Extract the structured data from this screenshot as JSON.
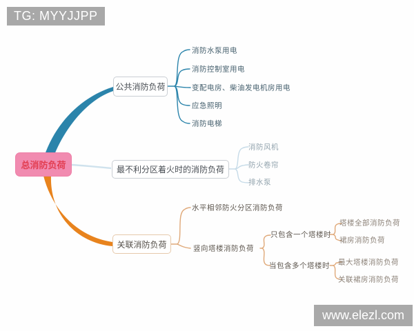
{
  "badge": {
    "text": "TG: MYYJJPP"
  },
  "watermark": {
    "text": "www.elezl.com"
  },
  "root": {
    "label": "总消防负荷"
  },
  "branches": [
    {
      "label": "公共消防负荷",
      "children": [
        {
          "label": "消防水泵用电"
        },
        {
          "label": "消防控制室用电"
        },
        {
          "label": "变配电房、柴油发电机房用电"
        },
        {
          "label": "应急照明"
        },
        {
          "label": "消防电梯"
        }
      ]
    },
    {
      "label": "最不利分区着火时的消防负荷",
      "children": [
        {
          "label": "消防风机"
        },
        {
          "label": "防火卷帘"
        },
        {
          "label": "排水泵"
        }
      ]
    },
    {
      "label": "关联消防负荷",
      "children": [
        {
          "label": "水平相邻防火分区消防负荷"
        },
        {
          "label": "竖向塔楼消防负荷",
          "children": [
            {
              "label": "只包含一个塔楼时",
              "children": [
                {
                  "label": "塔楼全部消防负荷"
                },
                {
                  "label": "裙房消防负荷"
                }
              ]
            },
            {
              "label": "当包含多个塔楼时",
              "children": [
                {
                  "label": "最大塔楼消防负荷"
                },
                {
                  "label": "关联裙房消防负荷"
                }
              ]
            }
          ]
        }
      ]
    }
  ],
  "colors": {
    "root_fill": "#f18bb0",
    "root_text": "#e23e52",
    "branch_public": "#2b84ab",
    "branch_worst_zone_link": "#c6dbe8",
    "branch_related": "#e8831d",
    "sub_branch_link": "#dfa878",
    "badge_bg": "#a8a8a8"
  }
}
